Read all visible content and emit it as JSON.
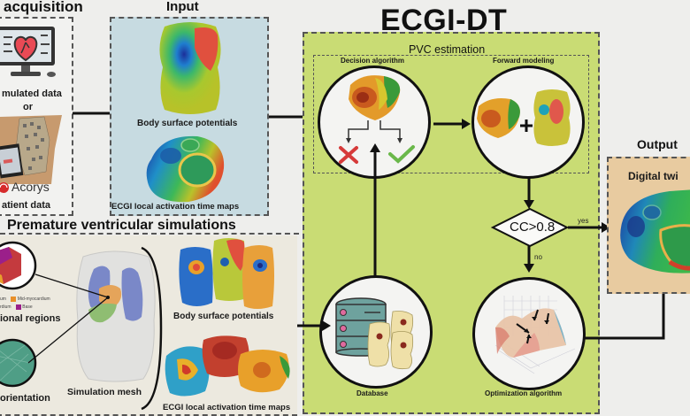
{
  "main_title": "ECGI-DT",
  "acquisition": {
    "title": "acquisition",
    "simulated_label": "mulated data",
    "or_label": "or",
    "brand_label": "Acorys",
    "patient_label": "atient data"
  },
  "input": {
    "title": "Input",
    "bsp_label": "Body surface potentials",
    "ecgi_label": "ECGI local activation time maps"
  },
  "pvc": {
    "title": "PVC estimation",
    "decision_label": "Decision algorithm",
    "forward_label": "Forward modeling",
    "decision_text": "CC>0.8",
    "yes_label": "yes",
    "no_label": "no",
    "database_label": "Database",
    "optimization_label": "Optimization algorithm"
  },
  "output": {
    "title": "Output",
    "twin_label": "Digital twi"
  },
  "simulations": {
    "title": "Premature ventricular simulations",
    "regions_label": "ional regions",
    "orientation_label": "orientation",
    "mesh_label": "Simulation mesh",
    "bsp_label": "Body surface potentials",
    "ecgi_label": "ECGI local activation time maps",
    "legend": [
      {
        "label": "um",
        "color": "#e8902a"
      },
      {
        "label": "Mid-myocardium",
        "color": "#e8902a"
      },
      {
        "label": "rdium",
        "color": "#e8902a"
      },
      {
        "label": "Base",
        "color": "#9b1f8a"
      }
    ]
  },
  "colors": {
    "input_bg": "#c7dbe1",
    "pvc_bg": "#c9dc74",
    "output_bg": "#e8cba0",
    "sim_bg": "#ece9df",
    "wrong": "#d63a3a",
    "right": "#6ab84a"
  }
}
